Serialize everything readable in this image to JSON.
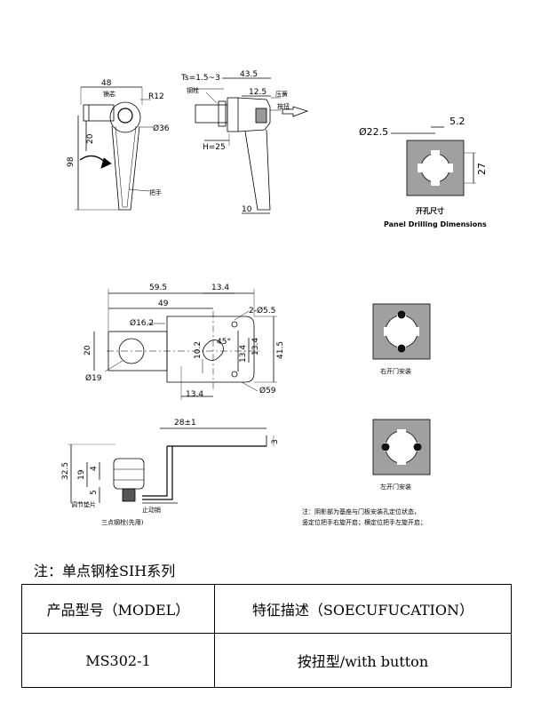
{
  "handle_views": {
    "dims": {
      "width": "48",
      "radius": "R12",
      "boss_dia": "Ø36",
      "offset": "20",
      "height": "98",
      "ts": "Ts=1.5~3",
      "length": "43.5",
      "depth": "12.5",
      "h": "H=25",
      "tip": "10"
    },
    "labels": {
      "lock_core": "锁芯",
      "handle": "把手",
      "bolt": "钢栓",
      "spring": "压簧",
      "button": "按扭"
    }
  },
  "panel_cut": {
    "dia": "Ø22.5",
    "notch": "5.2",
    "height": "27",
    "caption_cn": "开孔尺寸",
    "caption_en": "Panel Drilling Dimensions"
  },
  "plate_view": {
    "dims": {
      "d59_5": "59.5",
      "d13_4_top": "13.4",
      "d49": "49",
      "holes": "2-Ø5.5",
      "d16_2": "Ø16.2",
      "d20": "20",
      "d10_2": "10.2",
      "angle": "45°",
      "d13_4a": "13.4",
      "d13_4b": "13.4",
      "d41_5": "41.5",
      "d19": "Ø19",
      "d13_4_bot": "13.4",
      "d59": "Ø59"
    }
  },
  "bracket_view": {
    "dims": {
      "d28": "28±1",
      "d3": "3",
      "d32_5": "32.5",
      "d19": "19",
      "d4": "4",
      "d5": "5"
    },
    "labels": {
      "washer": "调节垫片",
      "rod": "止动销",
      "caption": "三点钢栓(先用)"
    }
  },
  "install": {
    "right_caption": "右开门安装",
    "left_caption": "左开门安装",
    "note_line1": "注：阴影部为基座与门板安装孔定位状态，",
    "note_line2": "竖定位把手右旋开启；横定位把手左旋开启；"
  },
  "footnote": "注：单点钢栓SIH系列",
  "table": {
    "headers": [
      "产品型号（MODEL）",
      "特征描述（SOECUFUCATION）"
    ],
    "rows": [
      [
        "MS302-1",
        "按扭型/with button"
      ]
    ]
  }
}
